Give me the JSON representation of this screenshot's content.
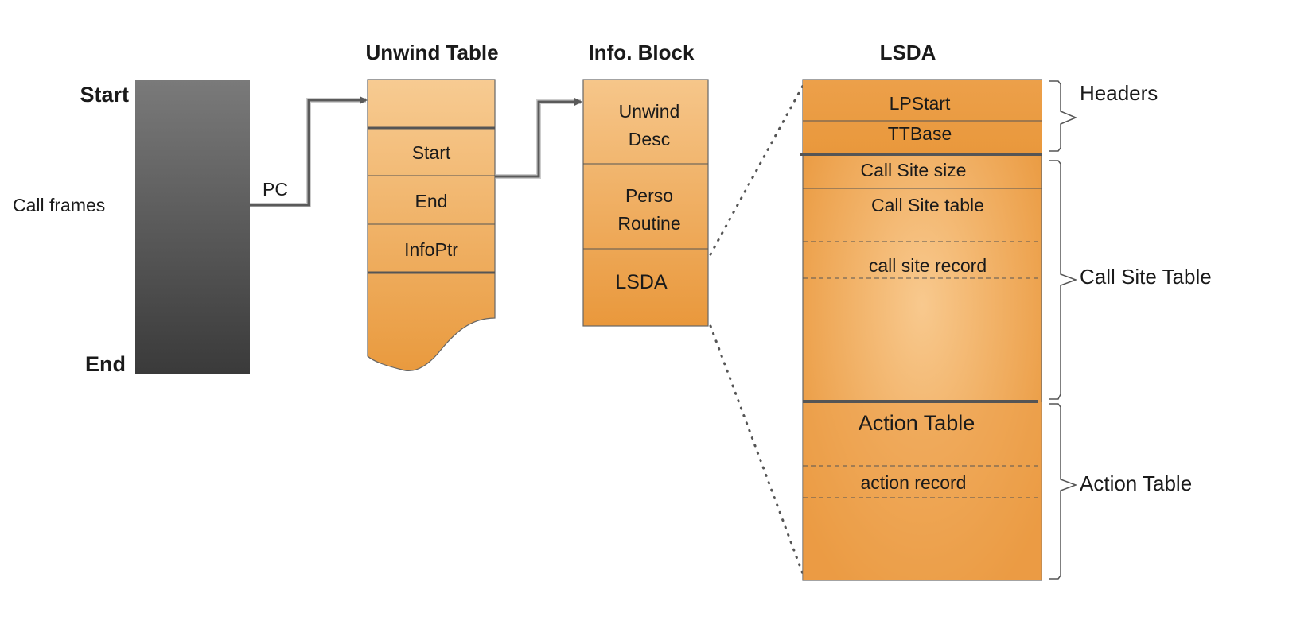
{
  "stack": {
    "start_label": "Start",
    "end_label": "End",
    "side_label": "Call frames",
    "pc_label": "PC"
  },
  "unwind_table": {
    "title": "Unwind Table",
    "rows": [
      "Start",
      "End",
      "InfoPtr"
    ]
  },
  "info_block": {
    "title": "Info. Block",
    "rows": [
      {
        "line1": "Unwind",
        "line2": "Desc"
      },
      {
        "line1": "Perso",
        "line2": "Routine"
      },
      {
        "line1": "LSDA"
      }
    ]
  },
  "lsda": {
    "title": "LSDA",
    "headers": [
      "LPStart",
      "TTBase"
    ],
    "call_site_size": "Call Site size",
    "call_site_table": "Call Site table",
    "call_site_record": "call site record",
    "action_table": "Action Table",
    "action_record": "action record"
  },
  "brackets": {
    "headers": "Headers",
    "call_site_table": "Call Site Table",
    "action_table": "Action Table"
  },
  "colors": {
    "orange_light": "#f6c98f",
    "orange_dark": "#e99a3e",
    "stack_top": "#7a7a7a",
    "stack_bottom": "#3a3a3a",
    "line": "#555555"
  }
}
